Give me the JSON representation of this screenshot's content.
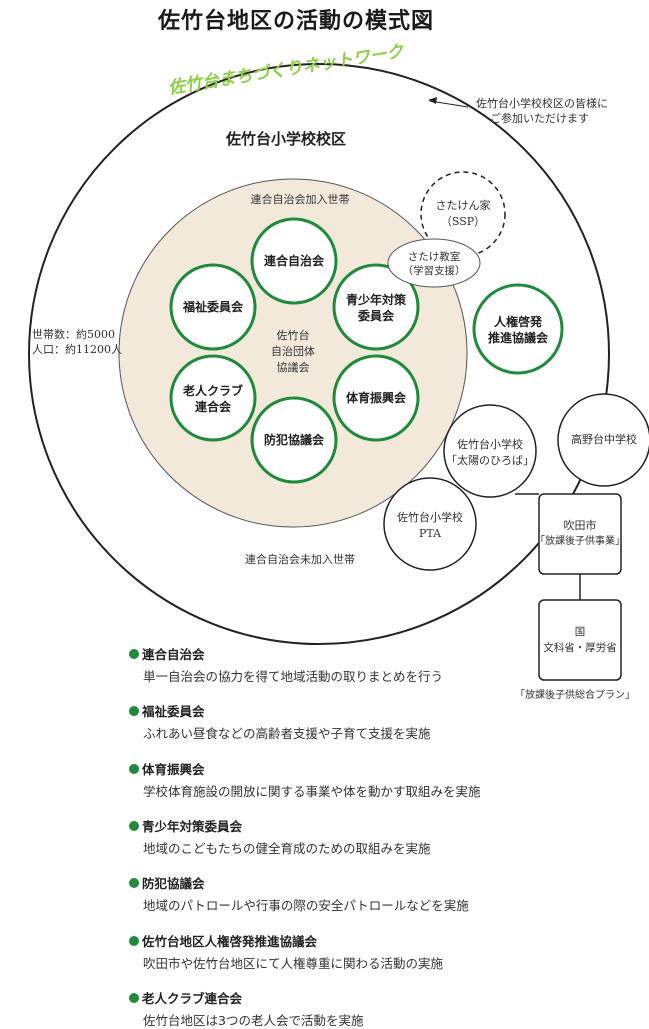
{
  "title": "佐竹台地区の活動の模式図",
  "network_label": "佐竹台まちづくりネットワーク",
  "network_note": [
    "佐竹台小学校校区の皆様に",
    "ご参加いただけます"
  ],
  "school_district": "佐竹台小学校校区",
  "population": [
    "世帯数：約5000",
    "人口：約11200人"
  ],
  "joined_label": "連合自治会加入世帯",
  "not_joined_label": "連合自治会未加入世帯",
  "center_label": [
    "佐竹台",
    "自治団体",
    "協議会"
  ],
  "member_orgs": [
    {
      "lines": [
        "連合自治会"
      ]
    },
    {
      "lines": [
        "青少年対策",
        "委員会"
      ]
    },
    {
      "lines": [
        "体育振興会"
      ]
    },
    {
      "lines": [
        "防犯協議会"
      ]
    },
    {
      "lines": [
        "老人クラブ",
        "連合会"
      ]
    },
    {
      "lines": [
        "福祉委員会"
      ]
    }
  ],
  "external": {
    "satakenya": [
      "さたけん家",
      "（SSP）"
    ],
    "satake_kyoshitsu": [
      "さたけ教室",
      "（学習支援）"
    ],
    "jinken": [
      "人権啓発",
      "推進協議会"
    ],
    "hiroba": [
      "佐竹台小学校",
      "「太陽のひろば」"
    ],
    "takanodai": [
      "高野台中学校"
    ],
    "pta": [
      "佐竹台小学校",
      "PTA"
    ],
    "suita": [
      "吹田市",
      "「放課後子供事業」"
    ],
    "kuni": [
      "国",
      "文科省・厚労省"
    ],
    "plan": "「放課後子供総合プラン」"
  },
  "colors": {
    "accent_green": "#1e8a3a",
    "network_green": "#8ccf48",
    "inner_fill": "#f2e9da"
  },
  "legend": [
    {
      "head": "連合自治会",
      "desc": "単一自治会の協力を得て地域活動の取りまとめを行う"
    },
    {
      "head": "福祉委員会",
      "desc": "ふれあい昼食などの高齢者支援や子育て支援を実施"
    },
    {
      "head": "体育振興会",
      "desc": "学校体育施設の開放に関する事業や体を動かす取組みを実施"
    },
    {
      "head": "青少年対策委員会",
      "desc": "地域のこどもたちの健全育成のための取組みを実施"
    },
    {
      "head": "防犯協議会",
      "desc": "地域のパトロールや行事の際の安全パトロールなどを実施"
    },
    {
      "head": "佐竹台地区人権啓発推進協議会",
      "desc": "吹田市や佐竹台地区にて人権尊重に関わる活動の実施"
    },
    {
      "head": "老人クラブ連合会",
      "desc": "佐竹台地区は3つの老人会で活動を実施"
    }
  ]
}
